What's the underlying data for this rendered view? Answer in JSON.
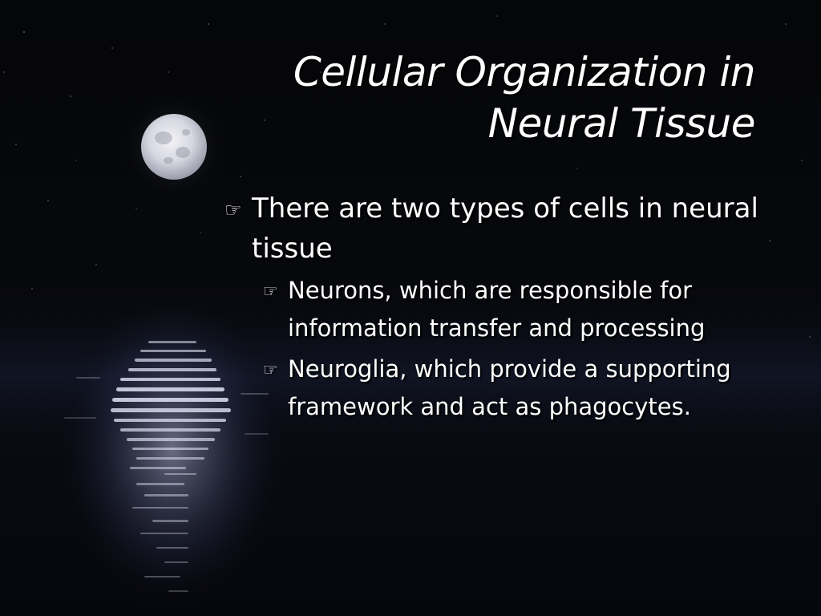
{
  "slide": {
    "title_line1": "Cellular Organization in",
    "title_line2": "Neural Tissue",
    "bullet_glyph": "☞",
    "bullets": [
      {
        "text": "There are two types of cells in neural tissue",
        "sub_items": [
          {
            "text": "Neurons, which are responsible for information transfer and processing"
          },
          {
            "text": "Neuroglia, which provide a supporting framework and act as phagocytes."
          }
        ]
      }
    ]
  },
  "colors": {
    "text": "#ffffff",
    "background": "#050608",
    "moon": "#e4e4ec",
    "water_glow": "#c7cbe8"
  },
  "icons": {
    "bullet": "pointing-hand-icon"
  }
}
